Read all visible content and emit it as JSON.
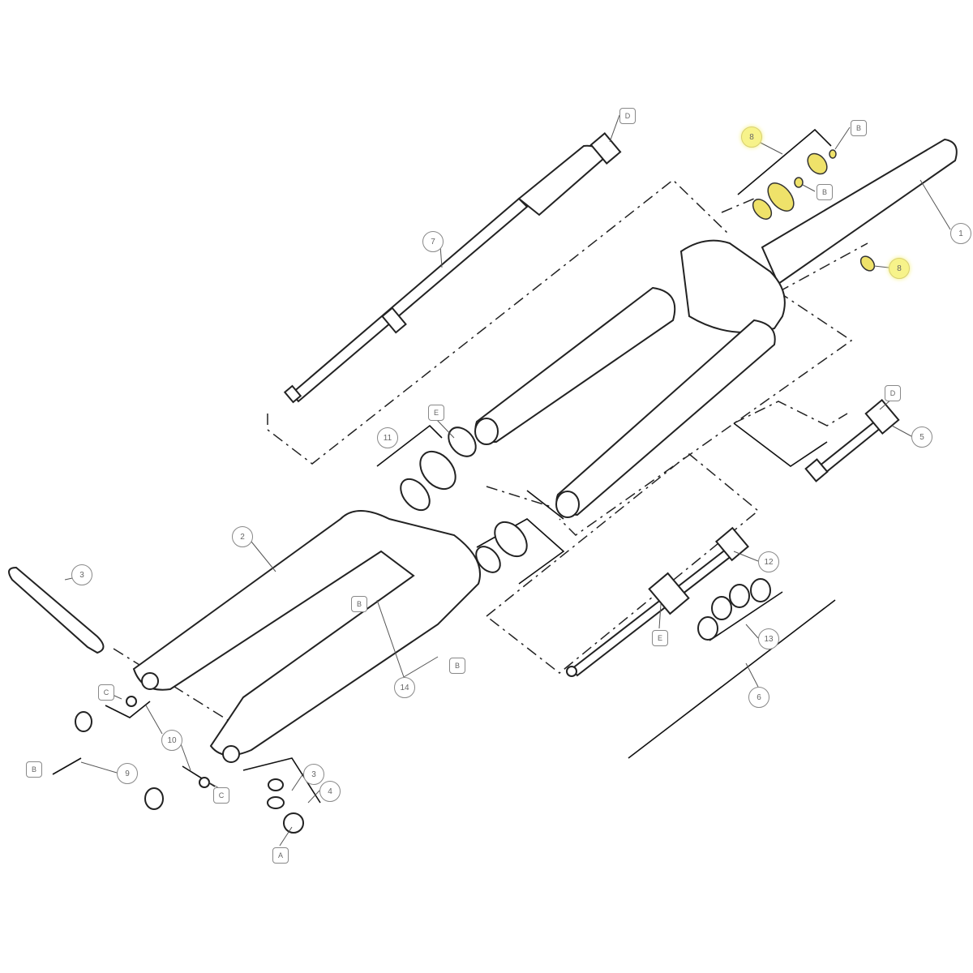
{
  "diagram": {
    "title": "Suspension fork exploded parts diagram",
    "highlight_color": "#f7f38a",
    "callouts": {
      "n1": "1",
      "n2": "2",
      "n3a": "3",
      "n3b": "3",
      "n4": "4",
      "n5": "5",
      "n6": "6",
      "n7": "7",
      "n8a": "8",
      "n8b": "8",
      "n9": "9",
      "n10": "10",
      "n11": "11",
      "n12": "12",
      "n13": "13",
      "n14": "14",
      "a": "A",
      "b1": "B",
      "b2": "B",
      "b3": "B",
      "b4": "B",
      "b5": "B",
      "c1": "C",
      "c2": "C",
      "d1": "D",
      "d2": "D",
      "e1": "E",
      "e2": "E"
    }
  }
}
